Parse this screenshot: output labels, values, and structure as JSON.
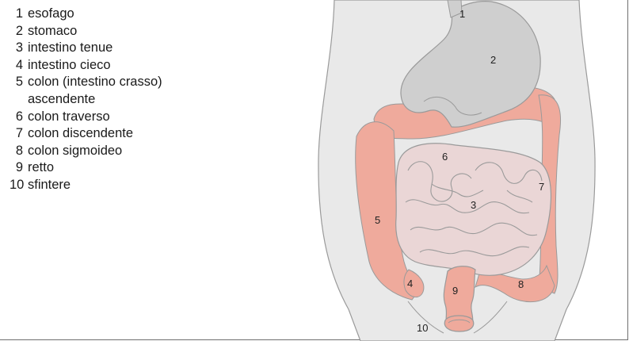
{
  "legend": [
    {
      "num": "1",
      "text": "esofago"
    },
    {
      "num": "2",
      "text": "stomaco"
    },
    {
      "num": "3",
      "text": "intestino tenue"
    },
    {
      "num": "4",
      "text": "intestino cieco"
    },
    {
      "num": "5",
      "text": "colon (intestino crasso) ascendente"
    },
    {
      "num": "6",
      "text": "colon traverso"
    },
    {
      "num": "7",
      "text": "colon discendente"
    },
    {
      "num": "8",
      "text": "colon sigmoideo"
    },
    {
      "num": "9",
      "text": "retto"
    },
    {
      "num": "10",
      "text": "sfintere"
    }
  ],
  "labels": [
    "1",
    "2",
    "3",
    "4",
    "5",
    "6",
    "7",
    "8",
    "9",
    "10"
  ],
  "colors": {
    "body": "#e9e9e9",
    "stomach": "#cfcfcf",
    "colon": "#efaa9c",
    "small_intestine": "#ead6d6",
    "outline": "#9a9a9a"
  }
}
